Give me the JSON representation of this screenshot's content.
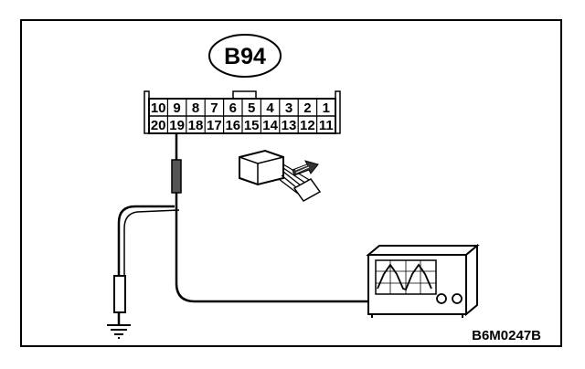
{
  "diagram": {
    "connector_label": "B94",
    "figure_code": "B6M0247B",
    "pins_top_row": [
      "10",
      "9",
      "8",
      "7",
      "6",
      "5",
      "4",
      "3",
      "2",
      "1"
    ],
    "pins_bottom_row": [
      "20",
      "19",
      "18",
      "17",
      "16",
      "15",
      "14",
      "13",
      "12",
      "11"
    ],
    "probe_pin": "19"
  }
}
